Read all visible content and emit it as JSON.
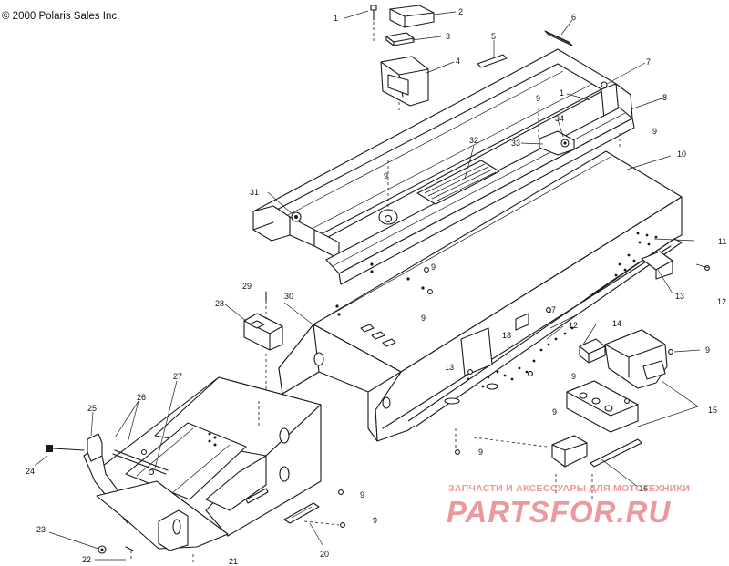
{
  "copyright": "© 2000 Polaris Sales Inc.",
  "watermark": {
    "line1": "ЗАПЧАСТИ И АКСЕССУАРЫ ДЛЯ МОТОТЕХНИКИ",
    "line2": "PARTSFOR.RU",
    "color": "#e8888d"
  },
  "line_color": "#1a1a1a",
  "callouts": [
    "1",
    "2",
    "3",
    "4",
    "5",
    "6",
    "7",
    "1",
    "8",
    "9",
    "34",
    "33",
    "9",
    "32",
    "10",
    "9",
    "31",
    "11",
    "9",
    "9",
    "13",
    "12",
    "29",
    "28",
    "30",
    "17",
    "12",
    "14",
    "18",
    "13",
    "9",
    "9",
    "27",
    "26",
    "25",
    "9",
    "15",
    "24",
    "9",
    "16",
    "9",
    "23",
    "22",
    "21",
    "20",
    "9"
  ]
}
